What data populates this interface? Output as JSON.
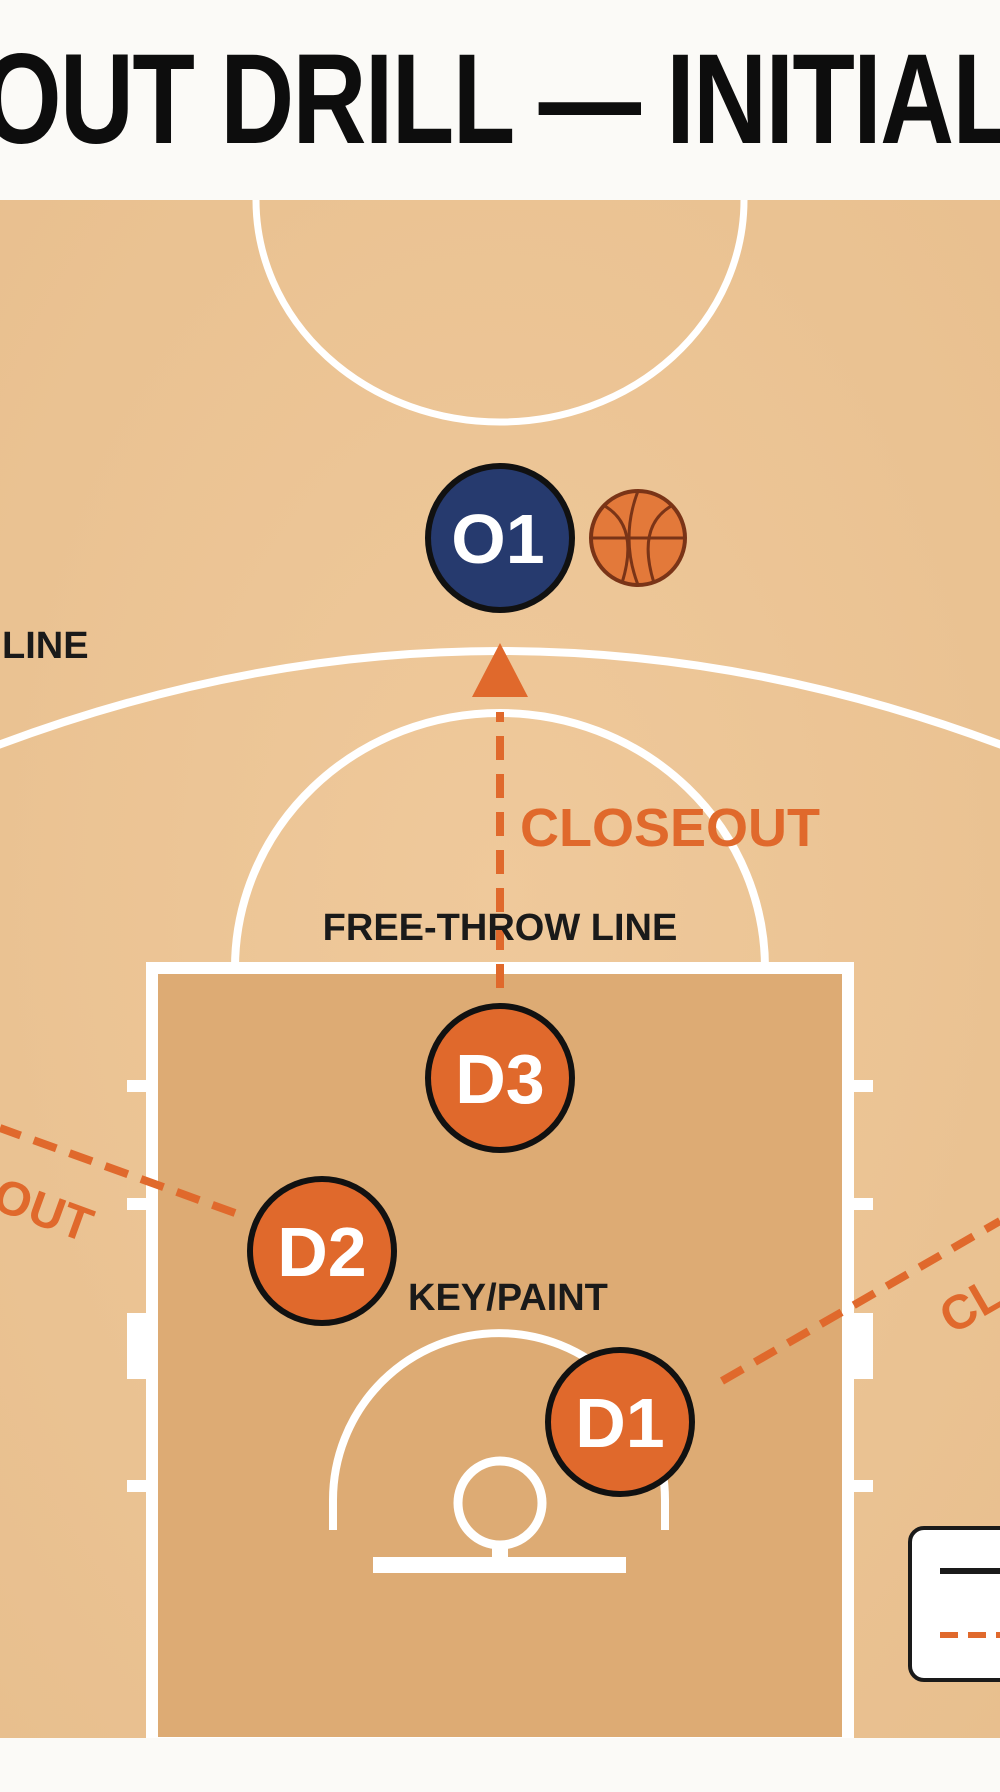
{
  "title": "OUT DRILL — INITIAL",
  "labels": {
    "three_point_line": "LINE",
    "free_throw_line": "FREE-THROW LINE",
    "key_paint": "KEY/PAINT",
    "closeout_center": "CLOSEOUT",
    "closeout_left": "OUT",
    "closeout_right": "CL"
  },
  "players": {
    "offense": [
      {
        "id": "O1",
        "label": "O1"
      }
    ],
    "defense": [
      {
        "id": "D1",
        "label": "D1"
      },
      {
        "id": "D2",
        "label": "D2"
      },
      {
        "id": "D3",
        "label": "D3"
      }
    ]
  },
  "colors": {
    "court": "#ecc494",
    "paint": "#ddab74",
    "lines": "#ffffff",
    "offense": "#263a6e",
    "defense": "#e0692c",
    "closeout": "#e0692c",
    "ball": "#e3793a"
  },
  "icons": {
    "ball": "basketball-icon"
  }
}
